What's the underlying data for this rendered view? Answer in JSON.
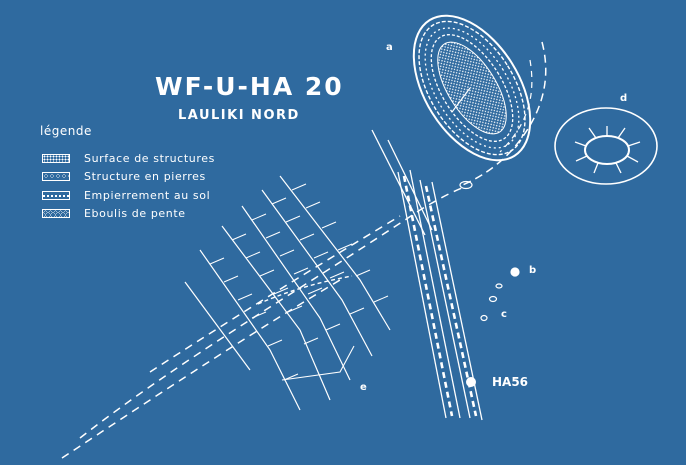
{
  "map": {
    "title": "WF-U-HA 20",
    "subtitle": "LAULIKI NORD",
    "legend_title": "légende",
    "legend": [
      {
        "label": "Surface de structures",
        "icon": "dotted-surface-icon"
      },
      {
        "label": "Structure en pierres",
        "icon": "stone-structure-icon"
      },
      {
        "label": "Empierrement au sol",
        "icon": "ground-paving-icon"
      },
      {
        "label": "Eboulis de pente",
        "icon": "scree-slope-icon"
      }
    ],
    "features": {
      "a": "a",
      "b": "b",
      "c": "c",
      "d": "d",
      "e": "e"
    },
    "site_label": "HA56",
    "colors": {
      "background": "#2f6a9f",
      "ink": "#ffffff"
    }
  }
}
